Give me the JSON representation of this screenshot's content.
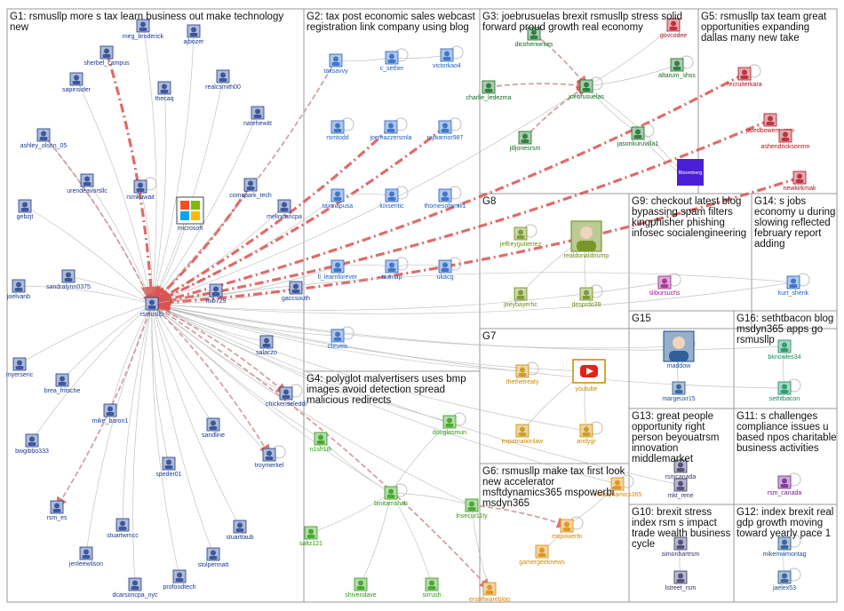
{
  "groups": [
    {
      "id": "G1",
      "title_lines": [
        "G1: rsmusllp more s tax learn business out make technology",
        "new"
      ]
    },
    {
      "id": "G2",
      "title_lines": [
        "G2: tax post economic sales webcast",
        "registration link company using blog"
      ]
    },
    {
      "id": "G3",
      "title_lines": [
        "G3: joebrusuelas brexit rsmusllp stress solid",
        "forward proud growth real economy"
      ]
    },
    {
      "id": "G5",
      "title_lines": [
        "G5: rsmusllp tax team great",
        "opportunities expanding",
        "dallas many new take"
      ]
    },
    {
      "id": "G8",
      "title_lines": [
        "G8"
      ]
    },
    {
      "id": "G9",
      "title_lines": [
        "G9: checkout latest blog",
        "bypassing spam filters",
        "kingphisher phishing",
        "infosec socialengineering"
      ]
    },
    {
      "id": "G14",
      "title_lines": [
        "G14: s jobs",
        "economy u during",
        "slowing reflected",
        "february report",
        "adding"
      ]
    },
    {
      "id": "G7",
      "title_lines": [
        "G7"
      ]
    },
    {
      "id": "G15",
      "title_lines": [
        "G15"
      ]
    },
    {
      "id": "G16",
      "title_lines": [
        "G16: sethtbacon blog",
        "msdyn365 apps go",
        "rsmusllp"
      ]
    },
    {
      "id": "G4",
      "title_lines": [
        "G4: polyglot malvertisers uses bmp",
        "images avoid detection spread",
        "malicious redirects"
      ]
    },
    {
      "id": "G6",
      "title_lines": [
        "G6: rsmusllp make tax first look",
        "new accelerator",
        "msftdynamics365 mspowerbi",
        "msdyn365"
      ]
    },
    {
      "id": "G13",
      "title_lines": [
        "G13: great people",
        "opportunity right",
        "person beyouatrsm",
        "innovation",
        "middlemarket"
      ]
    },
    {
      "id": "G11",
      "title_lines": [
        "G11: s challenges",
        "compliance issues u",
        "based npos charitable",
        "business activities"
      ]
    },
    {
      "id": "G10",
      "title_lines": [
        "G10: brexit stress",
        "index rsm s impact",
        "trade wealth business",
        "cycle"
      ]
    },
    {
      "id": "G12",
      "title_lines": [
        "G12: index brexit real",
        "gdp growth moving",
        "toward yearly pace 1"
      ]
    }
  ],
  "nodes": [
    {
      "id": "rsmusllp",
      "label": "rsmusllp",
      "group": "G1"
    },
    {
      "id": "meg_broderick",
      "label": "meg_broderick",
      "group": "G1"
    },
    {
      "id": "ajbozer",
      "label": "ajbozer",
      "group": "G1"
    },
    {
      "id": "sherbel_campus",
      "label": "sherbel_campus",
      "group": "G1"
    },
    {
      "id": "sapinsider",
      "label": "sapinsider",
      "group": "G1"
    },
    {
      "id": "thecaq",
      "label": "thecaq",
      "group": "G1"
    },
    {
      "id": "realcsmith00",
      "label": "realcsmith00",
      "group": "G1"
    },
    {
      "id": "natehewitt",
      "label": "natehewitt",
      "group": "G1"
    },
    {
      "id": "ashley_olson_05",
      "label": "ashley_olson_05",
      "group": "G1"
    },
    {
      "id": "urendeavorsllc",
      "label": "urendeavorsllc",
      "group": "G1"
    },
    {
      "id": "rsmkuwait",
      "label": "rsmkuwait",
      "group": "G1"
    },
    {
      "id": "microsoft",
      "label": "microsoft",
      "group": "G1"
    },
    {
      "id": "comspark_tech",
      "label": "comspark_tech",
      "group": "G1"
    },
    {
      "id": "gebzjt",
      "label": "gebzjt",
      "group": "G1"
    },
    {
      "id": "melindancpa",
      "label": "melindancpa",
      "group": "G1"
    },
    {
      "id": "sandralynn0375",
      "label": "sandralynn0375",
      "group": "G1"
    },
    {
      "id": "joelvanb",
      "label": "joelvanb",
      "group": "G1"
    },
    {
      "id": "mib729",
      "label": "mib729",
      "group": "G1"
    },
    {
      "id": "gaccsouth",
      "label": "gaccsouth",
      "group": "G1"
    },
    {
      "id": "myerseric",
      "label": "myerseric",
      "group": "G1"
    },
    {
      "id": "salaczo",
      "label": "salaczo",
      "group": "G1"
    },
    {
      "id": "brea_fritsche",
      "label": "brea_fritsche",
      "group": "G1"
    },
    {
      "id": "chickenseleddi",
      "label": "chickenseleddi",
      "group": "G1"
    },
    {
      "id": "mike_baron1",
      "label": "mike_baron1",
      "group": "G1"
    },
    {
      "id": "sandline",
      "label": "sandline",
      "group": "G1"
    },
    {
      "id": "bwgibbo333",
      "label": "bwgibbo333",
      "group": "G1"
    },
    {
      "id": "troymerkel",
      "label": "troymerkel",
      "group": "G1"
    },
    {
      "id": "speder01",
      "label": "speder01",
      "group": "G1"
    },
    {
      "id": "rsm_es",
      "label": "rsm_es",
      "group": "G1"
    },
    {
      "id": "stuartwmcc",
      "label": "stuartwmcc",
      "group": "G1"
    },
    {
      "id": "stuarttaub",
      "label": "stuarttaub",
      "group": "G1"
    },
    {
      "id": "jenleewilson",
      "label": "jenleewilson",
      "group": "G1"
    },
    {
      "id": "stolpermatt",
      "label": "stolpermatt",
      "group": "G1"
    },
    {
      "id": "profoodtech",
      "label": "profoodtech",
      "group": "G1"
    },
    {
      "id": "dcarsoncpa_nyc",
      "label": "dcarsoncpa_nyc",
      "group": "G1"
    },
    {
      "id": "taxsavvy",
      "label": "taxsavvy",
      "group": "G2"
    },
    {
      "id": "c_sether",
      "label": "c_sether",
      "group": "G2"
    },
    {
      "id": "victorkao4",
      "label": "victorkao4",
      "group": "G2"
    },
    {
      "id": "rsmtodd",
      "label": "rsmtodd",
      "group": "G2"
    },
    {
      "id": "joemazzersmla",
      "label": "joemazzersmla",
      "group": "G2"
    },
    {
      "id": "rajwarrior987",
      "label": "rajwarrior987",
      "group": "G2"
    },
    {
      "id": "taxmapusa",
      "label": "taxmapusa",
      "group": "G2"
    },
    {
      "id": "luxsentic",
      "label": "luxsentic",
      "group": "G2"
    },
    {
      "id": "thomesofamili1",
      "label": "thomesofamili1",
      "group": "G2"
    },
    {
      "id": "ll_learnforever",
      "label": "ll_learnforever",
      "group": "G2"
    },
    {
      "id": "taxmap",
      "label": "taxmap",
      "group": "G2"
    },
    {
      "id": "ukacg",
      "label": "ukacg",
      "group": "G2"
    },
    {
      "id": "cbruels",
      "label": "cbruels",
      "group": "G2"
    },
    {
      "id": "dicohenwrites",
      "label": "dicohenwrites",
      "group": "G3"
    },
    {
      "id": "charlie_ledezma",
      "label": "charlie_ledezma",
      "group": "G3"
    },
    {
      "id": "joebrusuelas",
      "label": "joebrusuelas",
      "group": "G3"
    },
    {
      "id": "altarum_shss",
      "label": "altarum_shss",
      "group": "G3"
    },
    {
      "id": "jilljonesrsm",
      "label": "jilljonesrsm",
      "group": "G3"
    },
    {
      "id": "jasonkuruvilla1",
      "label": "jasonkuruvilla1",
      "group": "G3"
    },
    {
      "id": "business",
      "label": "",
      "group": "G3",
      "logo_text": "Bloomberg"
    },
    {
      "id": "govcodee",
      "label": "govcodee",
      "group": "G5"
    },
    {
      "id": "recruiterkara",
      "label": "recruiterkara",
      "group": "G5"
    },
    {
      "id": "jaredbowers_rsm",
      "label": "jaredbowers_rsm",
      "group": "G5"
    },
    {
      "id": "ashendricksonmn",
      "label": "ashendricksonmn",
      "group": "G5"
    },
    {
      "id": "newkirkmak",
      "label": "newkirkmak",
      "group": "G5"
    },
    {
      "id": "jeffreygutierrez",
      "label": "jeffreygutierrez",
      "group": "G8"
    },
    {
      "id": "realdonaldtrump",
      "label": "realdonaldtrump",
      "group": "G8"
    },
    {
      "id": "joeybayerhc",
      "label": "joeybayerhc",
      "group": "G8"
    },
    {
      "id": "desprdo39",
      "label": "desprdo39",
      "group": "G8"
    },
    {
      "id": "slibursuchs",
      "label": "slibursuchs",
      "group": "G9"
    },
    {
      "id": "kurt_shenk",
      "label": "kurt_shenk",
      "group": "G14"
    },
    {
      "id": "thethetreaty",
      "label": "thethetreaty",
      "group": "G7"
    },
    {
      "id": "youtube",
      "label": "youtube",
      "group": "G7"
    },
    {
      "id": "expatnationlaw",
      "label": "expatnationlaw",
      "group": "G7"
    },
    {
      "id": "andygr",
      "label": "andygr",
      "group": "G7"
    },
    {
      "id": "maddow",
      "label": "maddow",
      "group": "G15"
    },
    {
      "id": "margeuxr15",
      "label": "margeuxr15",
      "group": "G15"
    },
    {
      "id": "bknowles34",
      "label": "bknowles34",
      "group": "G16"
    },
    {
      "id": "sethtbacon",
      "label": "sethtbacon",
      "group": "G16"
    },
    {
      "id": "n1sh1th",
      "label": "n1sh1th",
      "group": "G4"
    },
    {
      "id": "douglasmun",
      "label": "douglasmun",
      "group": "G4"
    },
    {
      "id": "binitamshah",
      "label": "binitamshah",
      "group": "G4"
    },
    {
      "id": "lnsecur11ty",
      "label": "lnsecur11ty",
      "group": "G4"
    },
    {
      "id": "saltz121",
      "label": "saltz121",
      "group": "G4"
    },
    {
      "id": "shivendave",
      "label": "shivendave",
      "group": "G4"
    },
    {
      "id": "sirrush",
      "label": "sirrush",
      "group": "G4"
    },
    {
      "id": "msftdynamics365",
      "label": "msftdynamics365",
      "group": "G6"
    },
    {
      "id": "mspowerbi",
      "label": "mspowerbi",
      "group": "G6"
    },
    {
      "id": "gamergeeknews",
      "label": "gamergeeknews",
      "group": "G6"
    },
    {
      "id": "ersoftwareblog",
      "label": "ersoftwareblog",
      "group": "G6"
    },
    {
      "id": "rsmcanada_g13",
      "label": "rsmcanada",
      "group": "G13"
    },
    {
      "id": "mkt_rene",
      "label": "mkt_rene",
      "group": "G13"
    },
    {
      "id": "rsm_canada",
      "label": "rsm_canada",
      "group": "G11"
    },
    {
      "id": "simonhartrsm",
      "label": "simonhartrsm",
      "group": "G10"
    },
    {
      "id": "lstreet_rsm",
      "label": "lstreet_rsm",
      "group": "G10"
    },
    {
      "id": "mikemwmontag",
      "label": "mikemwmontag",
      "group": "G12"
    },
    {
      "id": "jaelex53",
      "label": "jaelex53",
      "group": "G12"
    }
  ],
  "colors": {
    "background": "#ffffff",
    "box_border": "#9a9a9a",
    "edge_gray": "#b9b9b9",
    "edge_red": "#d9534f",
    "edge_rose": "#c98b8b",
    "G1": "#1a3a8c",
    "G2": "#1f5fbf",
    "G3": "#0e6b1e",
    "G5": "#b0101a",
    "G8": "#6a8a12",
    "G9": "#9b1a86",
    "G14": "#1f5fbf",
    "G7": "#c78a00",
    "G15": "#1a4e8c",
    "G16": "#0e8a5a",
    "G4": "#2a9a0e",
    "G6": "#d98600",
    "G13": "#333366",
    "G11": "#6b1a8a",
    "G10": "#333366",
    "G12": "#1a4e8c"
  }
}
